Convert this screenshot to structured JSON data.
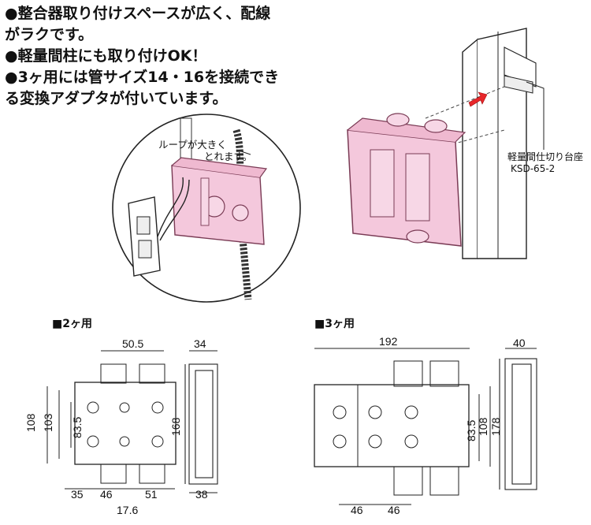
{
  "intro": {
    "lines": [
      "●整合器取り付けスペースが広く、配線",
      "がラクです。",
      "●軽量間柱にも取り付けOK！",
      "●3ヶ用には管サイズ14・16を接続でき",
      "る変換アダプタが付いています。"
    ]
  },
  "callouts": {
    "loop_line1": "ループが大きく",
    "loop_line2": "とれます。",
    "stud_line1": "軽量間仕切り台座",
    "stud_line2": "KSD-65-2"
  },
  "section_2": {
    "title": "■2ヶ用",
    "dims": {
      "top_width": "50.5",
      "side_depth_top": "34",
      "height_outer": "108",
      "height_inner": "103",
      "hole_pitch": "83.5",
      "side_height": "168",
      "left_offset": "35",
      "mid_width": "46",
      "right_offset": "51",
      "bottom_offset": "17.6",
      "side_depth_bottom": "38"
    }
  },
  "section_3": {
    "title": "■3ヶ用",
    "dims": {
      "total_width": "192",
      "side_depth": "40",
      "hole_pitch": "83.5",
      "height_inner": "108",
      "side_height": "178",
      "pitch_a": "46",
      "pitch_b": "46"
    }
  },
  "colors": {
    "box_pink": "#f4c8dc",
    "box_outline": "#7a3b55",
    "line": "#222222",
    "arrow_red": "#e8262a"
  }
}
